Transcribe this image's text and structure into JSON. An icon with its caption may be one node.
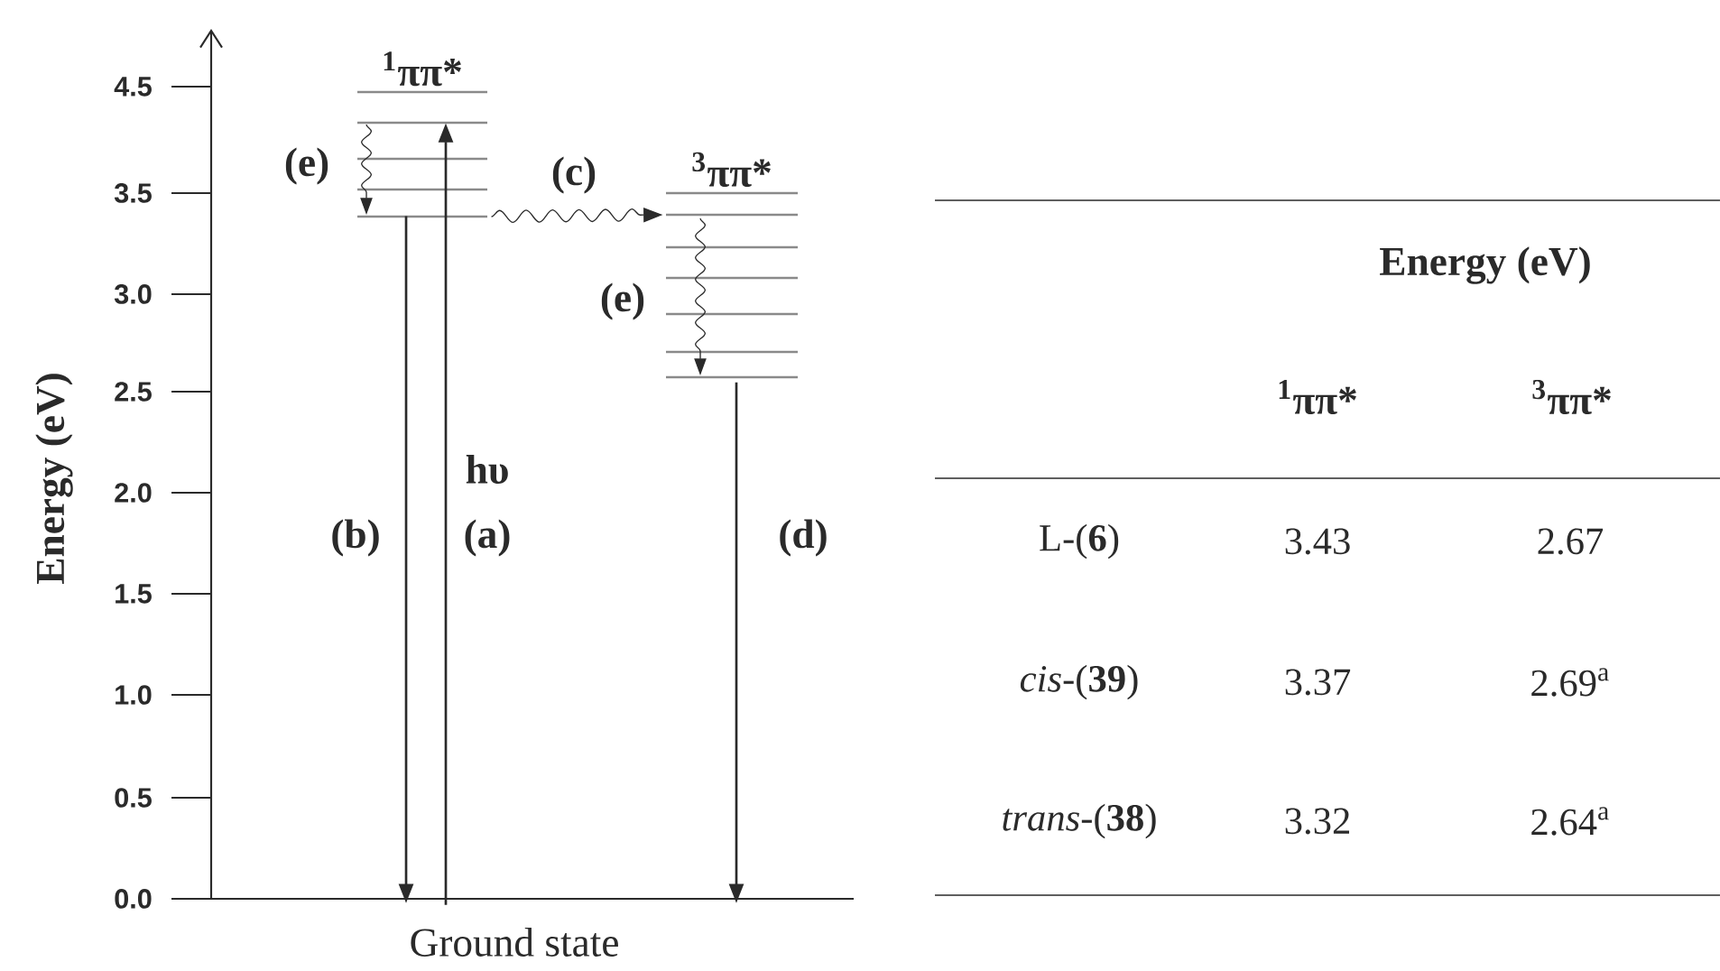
{
  "diagram": {
    "nodes": [
      {
        "text": [
          "$^{1}$ππ*"
        ]
      },
      {
        "text": [
          "$^{3}$ππ*"
        ]
      },
      {
        "text": [
          "Ground state"
        ]
      }
    ],
    "edges": [
      {
        "from": 2,
        "to": 0,
        "arrow": "to",
        "label": "(a)"
      },
      {
        "from": 0,
        "to": 2,
        "arrow": "to",
        "label": "(b)"
      },
      {
        "from": 0,
        "to": 1,
        "arrow": "to",
        "label": "(c)"
      },
      {
        "from": 1,
        "to": 2,
        "arrow": "to",
        "label": "(d)"
      }
    ],
    "labels": [
      "4.5",
      "3.5",
      "3.0",
      "2.5",
      "2.0",
      "1.5",
      "1.0",
      "0.5",
      "0.0",
      "Energy (eV)",
      "(e)",
      "hυ",
      "(e)",
      "Energy (eV)",
      "$^{1}$ππ*",
      "$^{3}$ππ*",
      "L-(**6**)",
      "3.43",
      "2.67",
      "*cis*-(**39**)",
      "3.37",
      "2.69$^{a}$",
      "*trans*-(**38**)",
      "3.32",
      "2.64$^{a}$"
    ]
  }
}
